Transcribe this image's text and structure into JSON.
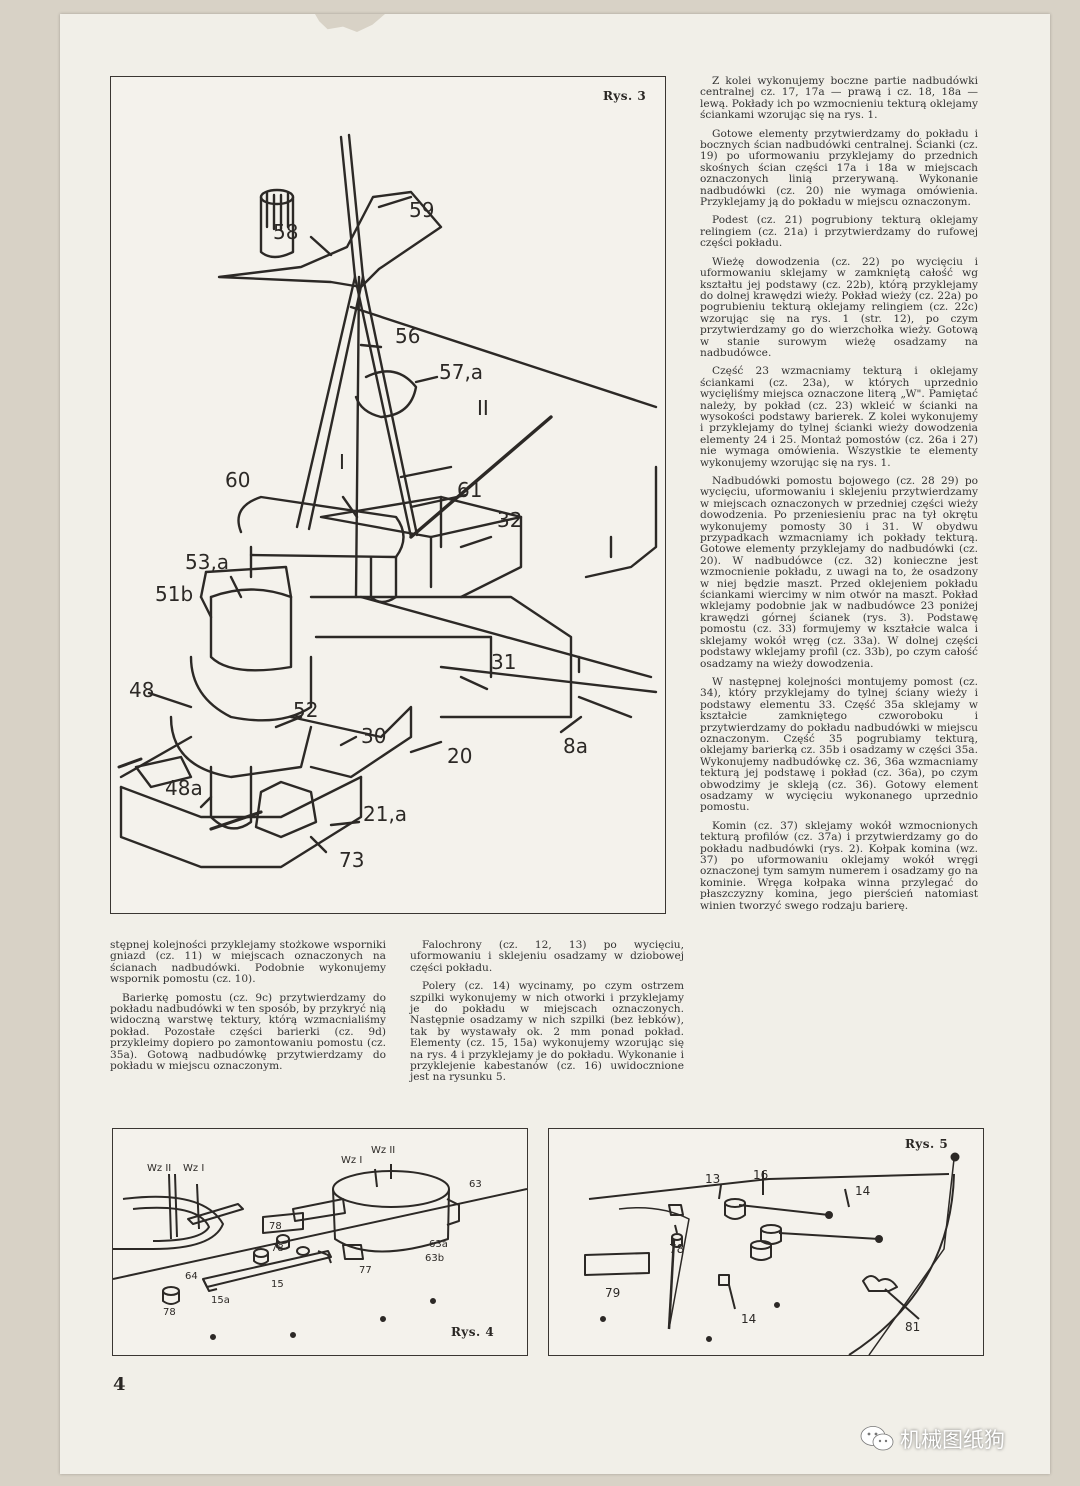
{
  "page_number": "4",
  "figure3": {
    "label": "Rys. 3",
    "callouts": [
      "58",
      "59",
      "56",
      "57,a",
      "II",
      "I",
      "60",
      "61",
      "32",
      "53,a",
      "51b",
      "31",
      "48",
      "52",
      "30",
      "20",
      "8a",
      "48a",
      "21,a",
      "73"
    ]
  },
  "figure4": {
    "label": "Rys. 4",
    "callouts": [
      "Wz II",
      "Wz I",
      "Wz I",
      "Wz II",
      "63",
      "78",
      "78",
      "63a",
      "63b",
      "77",
      "64",
      "15",
      "15a",
      "78"
    ]
  },
  "figure5": {
    "label": "Rys. 5",
    "callouts": [
      "13",
      "16",
      "14",
      "78",
      "79",
      "14",
      "81"
    ]
  },
  "right_column": [
    "Z kolei wykonujemy boczne partie nadbudówki centralnej cz. 17, 17a — prawą i cz. 18, 18a — lewą. Pokłady ich po wzmocnieniu tekturą oklejamy ściankami wzorując się na rys. 1.",
    "Gotowe elementy przytwierdzamy do pokładu i bocznych ścian nadbudówki centralnej. Ścianki (cz. 19) po uformowaniu przyklejamy do przednich skośnych ścian części 17a i 18a w miejscach oznaczonych linią przerywaną. Wykonanie nadbudówki (cz. 20) nie wymaga omówienia. Przyklejamy ją do pokładu w miejscu oznaczonym.",
    "Podest (cz. 21) pogrubiony tekturą oklejamy relingiem (cz. 21a) i przytwierdzamy do rufowej części pokładu.",
    "Wieżę dowodzenia (cz. 22) po wycięciu i uformowaniu sklejamy w zamkniętą całość wg kształtu jej podstawy (cz. 22b), którą przyklejamy do dolnej krawędzi wieży. Pokład wieży (cz. 22a) po pogrubieniu tekturą oklejamy relingiem (cz. 22c) wzorując się na rys. 1 (str. 12), po czym przytwierdzamy go do wierzchołka wieży. Gotową w stanie surowym wieżę osadzamy na nadbudówce.",
    "Część 23 wzmacniamy tekturą i oklejamy ściankami (cz. 23a), w których uprzednio wycięliśmy miejsca oznaczone literą „W\". Pamiętać należy, by pokład (cz. 23) wkleić w ścianki na wysokości podstawy barierek. Z kolei wykonujemy i przyklejamy do tylnej ścianki wieży dowodzenia elementy 24 i 25. Montaż pomostów (cz. 26a i 27) nie wymaga omówienia. Wszystkie te elementy wykonujemy wzorując się na rys. 1.",
    "Nadbudówki pomostu bojowego (cz. 28 29) po wycięciu, uformowaniu i sklejeniu przytwierdzamy w miejscach oznaczonych w przedniej części wieży dowodzenia. Po przeniesieniu prac na tył okrętu wykonujemy pomosty 30 i 31. W obydwu przypadkach wzmacniamy ich pokłady tekturą. Gotowe elementy przyklejamy do nadbudówki (cz. 20). W nadbudówce (cz. 32) konieczne jest wzmocnienie pokładu, z uwagi na to, że osadzony w niej będzie maszt. Przed oklejeniem pokładu ściankami wiercimy w nim otwór na maszt. Pokład wklejamy podobnie jak w nadbudówce 23 poniżej krawędzi górnej ścianek (rys. 3). Podstawę pomostu (cz. 33) formujemy w kształcie walca i sklejamy wokół wręg (cz. 33a). W dolnej części podstawy wklejamy profil (cz. 33b), po czym całość osadzamy na wieży dowodzenia.",
    "W następnej kolejności montujemy pomost (cz. 34), który przyklejamy do tylnej ściany wieży i podstawy elementu 33. Część 35a sklejamy w kształcie zamkniętego czworoboku i przytwierdzamy do pokładu nadbudówki w miejscu oznaczonym. Część 35 pogrubiamy tekturą, oklejamy barierką cz. 35b i osadzamy w części 35a. Wykonujemy nadbudówkę cz. 36, 36a wzmacniamy tekturą jej podstawę i pokład (cz. 36a), po czym obwodzimy je skleją (cz. 36). Gotowy element osadzamy w wycięciu wykonanego uprzednio pomostu.",
    "Komin (cz. 37) sklejamy wokół wzmocnionych tekturą profilów (cz. 37a) i przytwierdzamy go do pokładu nadbudówki (rys. 2). Kołpak komina (wz. 37) po uformowaniu oklejamy wokół wręgi oznaczonej tym samym numerem i osadzamy go na kominie. Wręga kołpaka winna przylegać do płaszczyzny komina, jego pierścień natomiast winien tworzyć swego rodzaju barierę."
  ],
  "left_column": [
    "stępnej kolejności przyklejamy stożkowe wsporniki gniazd (cz. 11) w miejscach oznaczonych na ścianach nadbudówki. Podobnie wykonujemy wspornik pomostu (cz. 10).",
    "Barierkę pomostu (cz. 9c) przytwierdzamy do pokładu nadbudówki w ten sposób, by przykryć nią widoczną warstwę tektury, którą wzmacnialiśmy pokład. Pozostałe części barierki (cz. 9d) przykleimy dopiero po zamontowaniu pomostu (cz. 35a). Gotową nadbudówkę przytwierdzamy do pokładu w miejscu oznaczonym."
  ],
  "middle_column": [
    "Falochrony (cz. 12, 13) po wycięciu, uformowaniu i sklejeniu osadzamy w dziobowej części pokładu.",
    "Polery (cz. 14) wycinamy, po czym ostrzem szpilki wykonujemy w nich otworki i przyklejamy je do pokładu w miejscach oznaczonych. Następnie osadzamy w nich szpilki (bez łebków), tak by wystawały ok. 2 mm ponad pokład. Elementy (cz. 15, 15a) wykonujemy wzorując się na rys. 4 i przyklejamy je do pokładu. Wykonanie i przyklejenie kabestanów (cz. 16) uwidocznione jest na rysunku 5."
  ],
  "watermark": "机械图纸狗"
}
